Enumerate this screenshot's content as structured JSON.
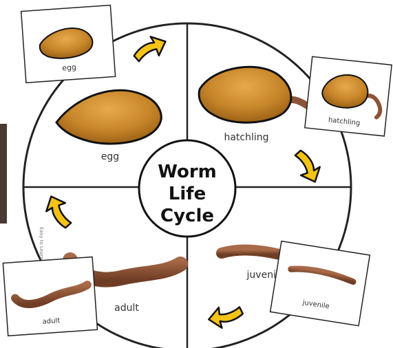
{
  "center": {
    "line1": "Worm",
    "line2": "Life",
    "line3": "Cycle"
  },
  "quadrants": {
    "egg": "egg",
    "hatchling": "hatchling",
    "juvenile": "juvenile",
    "adult": "adult"
  },
  "cards": {
    "egg": "egg",
    "hatchling": "hatchling",
    "juvenile": "juvenile",
    "adult": "adult"
  },
  "credit": "Easy to Learn Science",
  "colors": {
    "egg_fill": "#c8862a",
    "egg_outline": "#111111",
    "worm_body": "#8b5338",
    "arrow_fill": "#f5c316",
    "line": "#222222"
  },
  "icons": [
    "egg-icon",
    "worm-icon",
    "arrow-icon"
  ]
}
